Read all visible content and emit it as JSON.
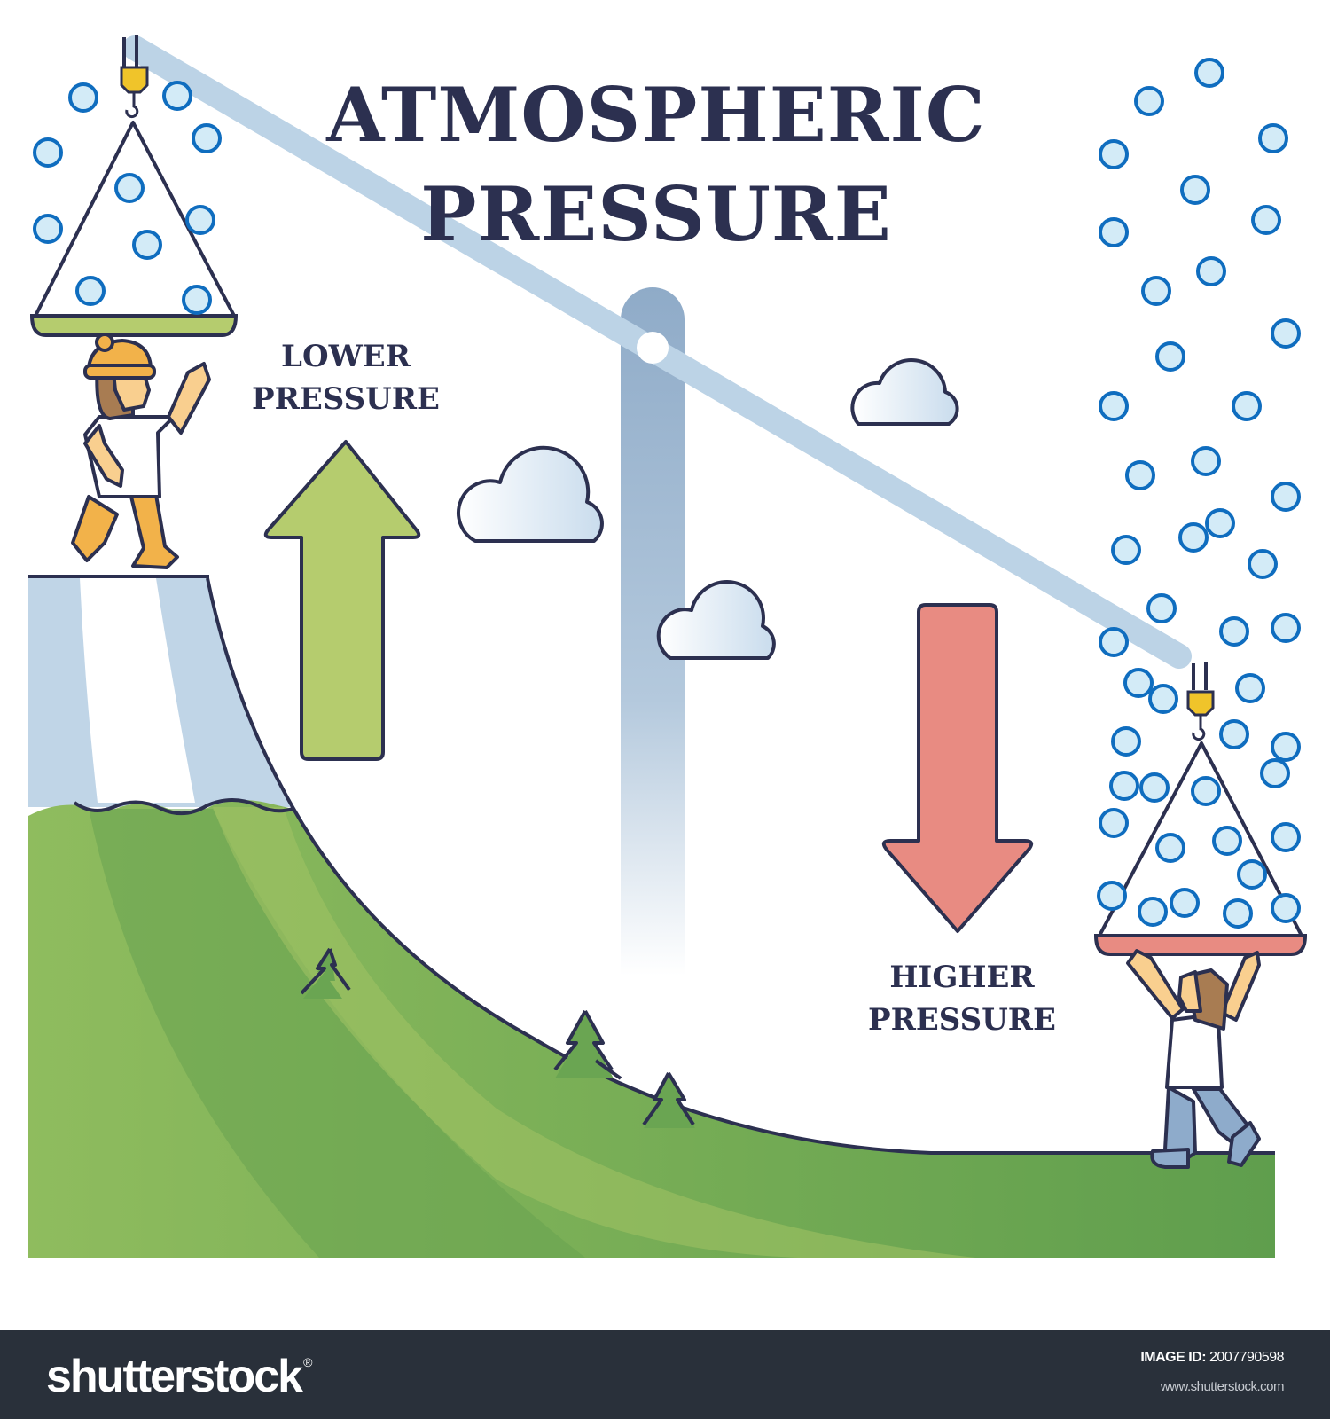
{
  "title": {
    "line1": "ATMOSPHERIC",
    "line2": "PRESSURE"
  },
  "labels": {
    "lower": [
      "LOWER",
      "PRESSURE"
    ],
    "higher": [
      "HIGHER",
      "PRESSURE"
    ]
  },
  "arrows": {
    "lower_direction": "up",
    "higher_direction": "down"
  },
  "colors": {
    "title_text": "#2c3050",
    "outline": "#2c3050",
    "up_arrow": "#b5cc6e",
    "down_arrow": "#e88b82",
    "molecule_fill": "#d3ebf7",
    "molecule_stroke": "#0f6dbf",
    "beam": "#bcd3e6",
    "pole": "#94b0cc",
    "grass_light": "#a3c265",
    "grass_dark": "#64a04f",
    "hook": "#f0c42a",
    "scale_pan_left": "#b5cc6e",
    "scale_pan_right": "#e88b82",
    "footer_bg": "#29303a"
  },
  "scene": {
    "left_scale": {
      "pan_color": "green",
      "molecule_count": 11,
      "position": "high altitude (mountain top)"
    },
    "right_scale": {
      "pan_color": "red",
      "molecule_count": 50,
      "position": "sea level"
    },
    "left_person": {
      "hat": "beanie",
      "pants": "yellow"
    },
    "right_person": {
      "pants": "blue",
      "pose": "arms raised holding pan"
    },
    "clouds": 3,
    "trees": 3
  },
  "footer": {
    "brand": "shutterstock",
    "brand_mark": "®",
    "image_id_label": "IMAGE ID:",
    "image_id": "2007790598",
    "url": "www.shutterstock.com"
  }
}
